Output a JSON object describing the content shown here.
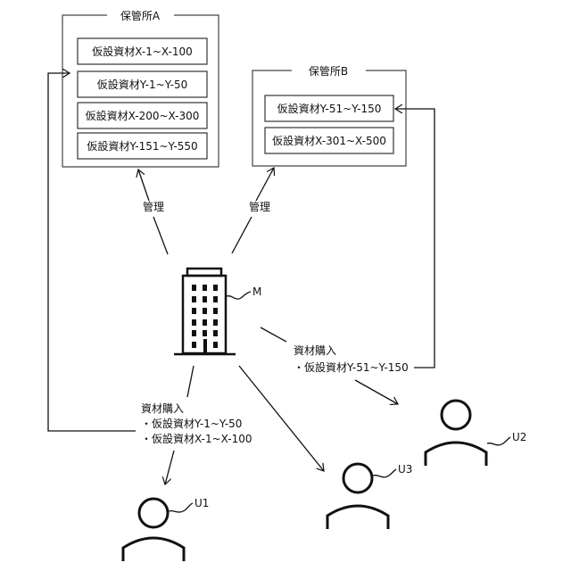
{
  "storage_a": {
    "title": "保管所A",
    "items": [
      "仮設資材X-1~X-100",
      "仮設資材Y-1~Y-50",
      "仮設資材X-200~X-300",
      "仮設資材Y-151~Y-550"
    ]
  },
  "storage_b": {
    "title": "保管所B",
    "items": [
      "仮設資材Y-51~Y-150",
      "仮設資材X-301~X-500"
    ]
  },
  "manage_left": "管理",
  "manage_right": "管理",
  "building_label": "M",
  "purchase_u2": {
    "title": "資材購入",
    "lines": [
      "・仮設資材Y-51~Y-150"
    ]
  },
  "purchase_u1": {
    "title": "資材購入",
    "lines": [
      "・仮設資材Y-1~Y-50",
      "・仮設資材X-1~X-100"
    ]
  },
  "users": {
    "u1": "U1",
    "u2": "U2",
    "u3": "U3"
  }
}
